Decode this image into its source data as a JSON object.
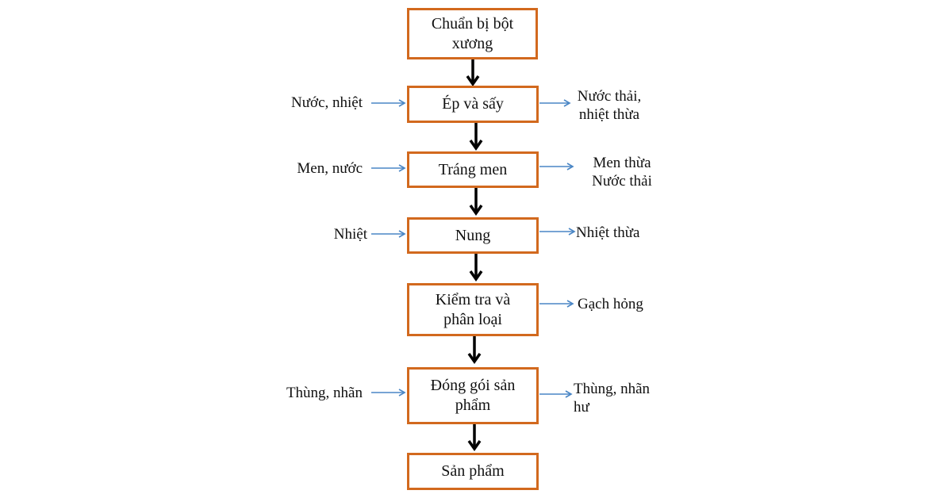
{
  "steps": [
    {
      "label": "Chuẩn bị bột\nxương"
    },
    {
      "label": "Ép và sấy",
      "input": "Nước, nhiệt",
      "output": "Nước thải,\nnhiệt thừa"
    },
    {
      "label": "Tráng men",
      "input": "Men, nước",
      "output": "Men thừa\nNước thải"
    },
    {
      "label": "Nung",
      "input": "Nhiệt",
      "output": "Nhiệt thừa"
    },
    {
      "label": "Kiểm tra và\nphân loại",
      "output": "Gạch hỏng"
    },
    {
      "label": "Đóng gói sản\nphẩm",
      "input": "Thùng, nhãn",
      "output": "Thùng, nhãn\như"
    },
    {
      "label": "Sản phẩm"
    }
  ],
  "colors": {
    "box_border": "#d2691e",
    "flow_arrow": "#000000",
    "io_arrow": "#4a86c5"
  }
}
